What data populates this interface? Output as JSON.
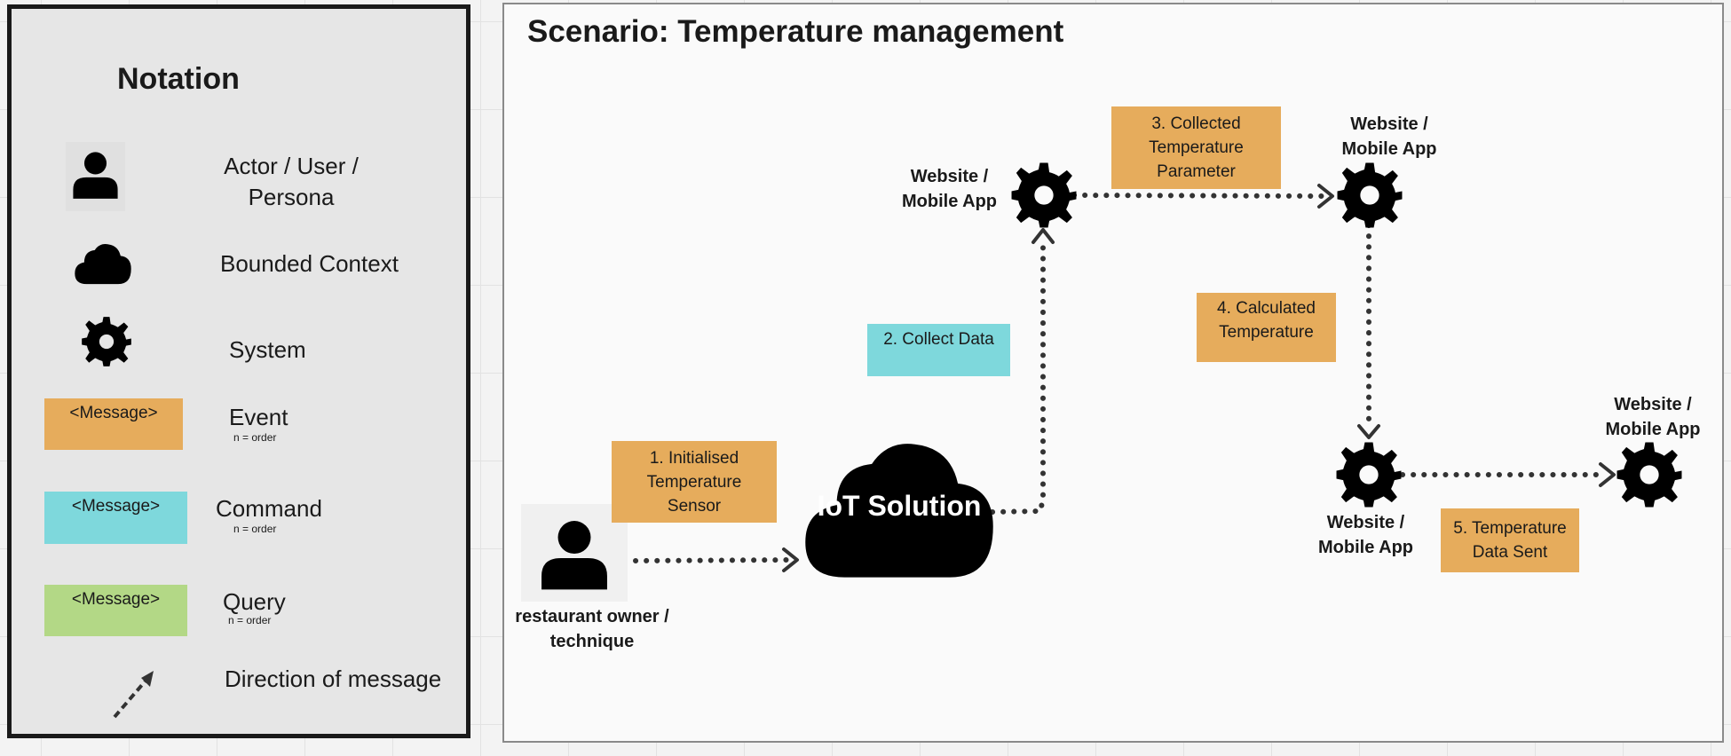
{
  "notation": {
    "title": "Notation",
    "actor_label": "Actor / User / Persona",
    "bounded_context_label": "Bounded Context",
    "system_label": "System",
    "event": {
      "sticky": "<Message>",
      "label": "Event",
      "sub": "n =  order"
    },
    "command": {
      "sticky": "<Message>",
      "label": "Command",
      "sub": "n =  order"
    },
    "query": {
      "sticky": "<Message>",
      "label": "Query",
      "sub": "n =  order"
    },
    "direction_label": "Direction of message"
  },
  "scenario": {
    "title": "Scenario: Temperature management",
    "actor": {
      "label": "restaurant owner / technique",
      "icon": "person-icon"
    },
    "cloud": {
      "label": "IoT Solution",
      "icon": "cloud-icon"
    },
    "systems": [
      {
        "label": "Website / Mobile App",
        "icon": "gear-icon"
      },
      {
        "label": "Website / Mobile App",
        "icon": "gear-icon"
      },
      {
        "label": "Website / Mobile App",
        "icon": "gear-icon"
      },
      {
        "label": "Website / Mobile App",
        "icon": "gear-icon"
      }
    ],
    "messages": [
      {
        "text": "1. Initialised Temperature Sensor",
        "kind": "event"
      },
      {
        "text": "2. Collect Data",
        "kind": "command"
      },
      {
        "text": "3. Collected Temperature Parameter",
        "kind": "event"
      },
      {
        "text": "4. Calculated Temperature",
        "kind": "event"
      },
      {
        "text": "5. Temperature Data Sent",
        "kind": "event"
      }
    ]
  },
  "colors": {
    "event": "#e6ac5c",
    "command": "#7ed8dc",
    "query": "#b3d886",
    "icon": "#000000",
    "arrow": "#333333"
  }
}
